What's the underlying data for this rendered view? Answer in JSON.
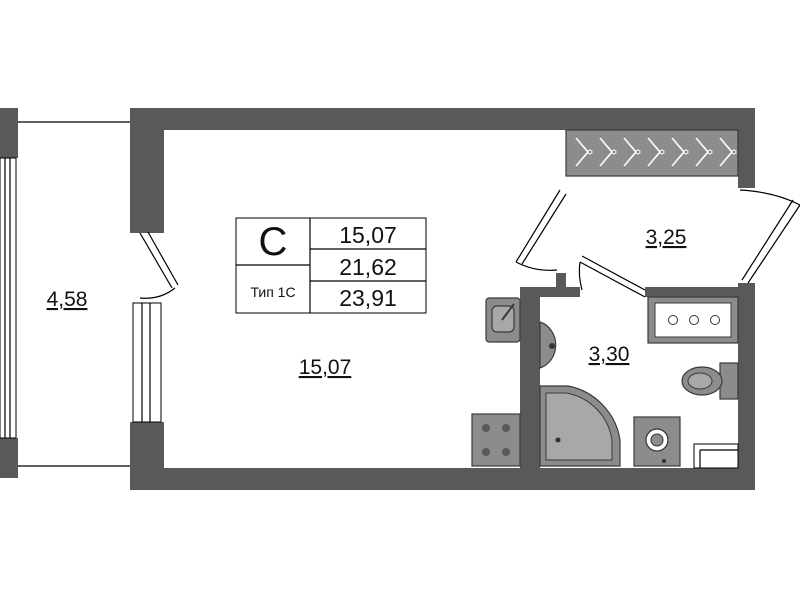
{
  "legend": {
    "type_letter": "С",
    "type_name": "Тип 1С",
    "area_living": "15,07",
    "area_total": "21,62",
    "area_with_balcony": "23,91"
  },
  "rooms": {
    "balcony": "4,58",
    "main_room": "15,07",
    "hallway": "3,25",
    "bathroom": "3,30"
  },
  "colors": {
    "wall": "#595959",
    "fixture": "#8c8c8c"
  }
}
